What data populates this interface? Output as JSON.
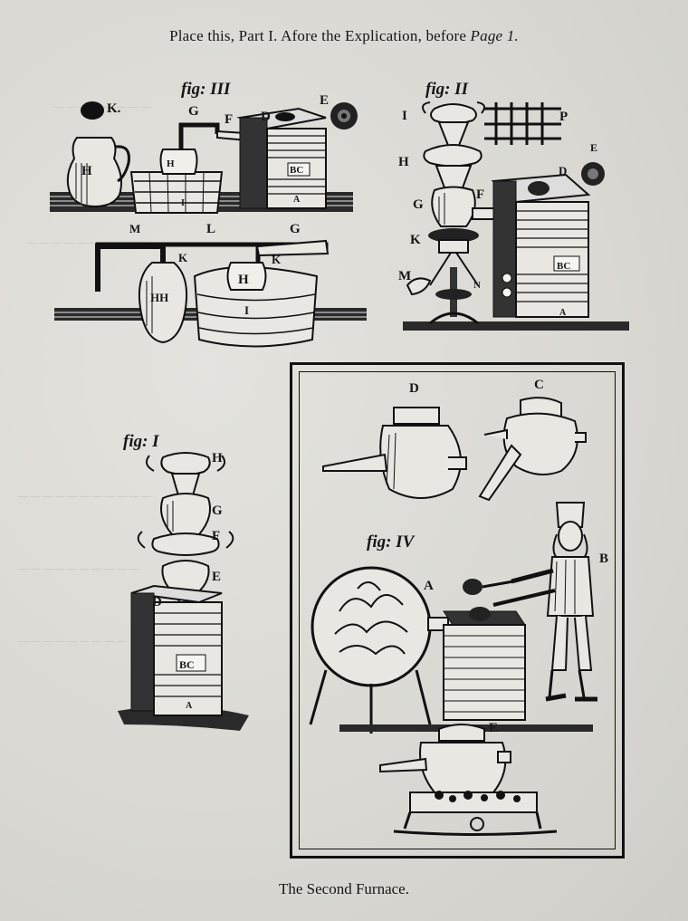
{
  "header": {
    "text_main": "Place this, Part I. Afore the Explication, before",
    "text_page": "Page 1."
  },
  "figures": {
    "fig3": {
      "label": "fig: III",
      "letters": [
        "K.",
        "G",
        "F",
        "D",
        "E",
        "H",
        "H",
        "I",
        "A",
        "BC",
        "M",
        "L",
        "G",
        "K",
        "K",
        "HH",
        "H",
        "I"
      ]
    },
    "fig2": {
      "label": "fig: II",
      "letters": [
        "I",
        "P",
        "E",
        "H",
        "D",
        "G",
        "F",
        "K",
        "BC",
        "M",
        "N",
        "A"
      ]
    },
    "fig1": {
      "label": "fig: I",
      "letters": [
        "H",
        "G",
        "F",
        "E",
        "D",
        "BC",
        "A"
      ]
    },
    "fig4": {
      "label": "fig: IV",
      "letters": [
        "D",
        "C",
        "B",
        "A",
        "E"
      ]
    }
  },
  "caption": "The Second Furnace."
}
